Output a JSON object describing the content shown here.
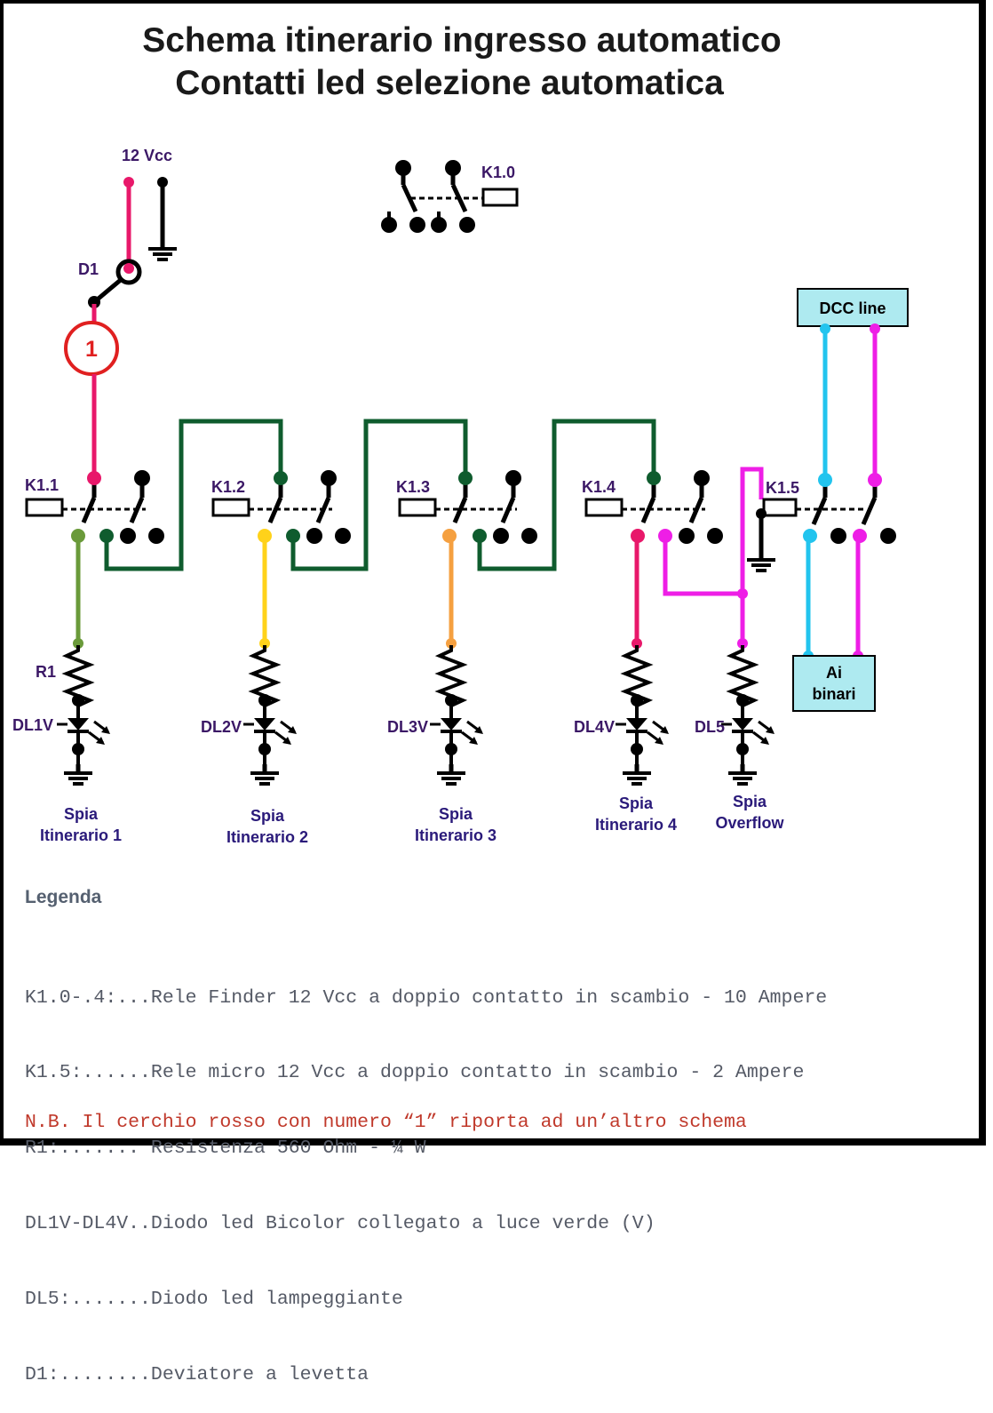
{
  "title": {
    "line1": "Schema itinerario ingresso automatico",
    "line2": "Contatti led selezione automatica"
  },
  "labels": {
    "vcc": "12 Vcc",
    "d1": "D1",
    "marker": "1",
    "k10": "K1.0",
    "k11": "K1.1",
    "k12": "K1.2",
    "k13": "K1.3",
    "k14": "K1.4",
    "k15": "K1.5",
    "dcc": "DCC line",
    "ai_binari_1": "Ai",
    "ai_binari_2": "binari",
    "r1": "R1",
    "dl1": "DL1V",
    "dl2": "DL2V",
    "dl3": "DL3V",
    "dl4": "DL4V",
    "dl5": "DL5"
  },
  "spie": [
    {
      "line1": "Spia",
      "line2": "Itinerario 1"
    },
    {
      "line1": "Spia",
      "line2": "Itinerario 2"
    },
    {
      "line1": "Spia",
      "line2": "Itinerario 3"
    },
    {
      "line1": "Spia",
      "line2": "Itinerario 4"
    },
    {
      "line1": "Spia",
      "line2": "Overflow"
    }
  ],
  "legend": {
    "heading": "Legenda",
    "lines": [
      "K1.0-.4:...Rele Finder 12 Vcc a doppio contatto in scambio - 10 Ampere",
      "K1.5:......Rele micro 12 Vcc a doppio contatto in scambio - 2 Ampere",
      "R1:....... Resistenza 560 Ohm - ¼ W",
      "DL1V-DL4V..Diodo led Bicolor collegato a luce verde (V)",
      "DL5:.......Diodo led lampeggiante",
      "D1:........Deviatore a levetta"
    ],
    "note": "N.B. Il cerchio rosso con numero “1” riporta ad un’altro schema"
  },
  "colors": {
    "red_wire": "#e8186a",
    "green_wire": "#0f5c2e",
    "olive": "#6a9a3a",
    "yellow": "#ffd21a",
    "orange": "#f5a040",
    "magenta": "#ee1ee6",
    "cyan": "#22c4ee",
    "box_fill": "#aeeaf0",
    "marker_red": "#e02020"
  }
}
